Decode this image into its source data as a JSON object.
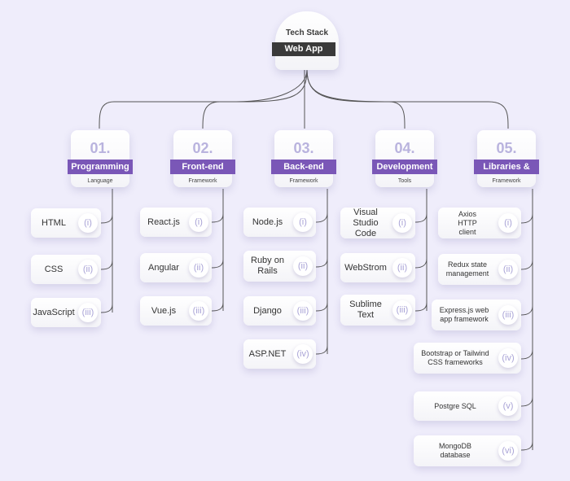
{
  "root": {
    "subtitle": "Tech Stack",
    "title": "Web App"
  },
  "categories": [
    {
      "number": "01.",
      "title": "Programming",
      "subtitle": "Language",
      "items": [
        {
          "label": "HTML",
          "roman": "(i)"
        },
        {
          "label": "CSS",
          "roman": "(ii)"
        },
        {
          "label": "JavaScript",
          "roman": "(iii)"
        }
      ]
    },
    {
      "number": "02.",
      "title": "Front-end",
      "subtitle": "Framework",
      "items": [
        {
          "label": "React.js",
          "roman": "(i)"
        },
        {
          "label": "Angular",
          "roman": "(ii)"
        },
        {
          "label": "Vue.js",
          "roman": "(iii)"
        }
      ]
    },
    {
      "number": "03.",
      "title": "Back-end",
      "subtitle": "Framework",
      "items": [
        {
          "label": "Node.js",
          "roman": "(i)"
        },
        {
          "label": "Ruby on Rails",
          "roman": "(ii)"
        },
        {
          "label": "Django",
          "roman": "(iii)"
        },
        {
          "label": "ASP.NET",
          "roman": "(iv)"
        }
      ]
    },
    {
      "number": "04.",
      "title": "Development",
      "subtitle": "Tools",
      "items": [
        {
          "label": "Visual Studio Code",
          "roman": "(i)"
        },
        {
          "label": "WebStrom",
          "roman": "(ii)"
        },
        {
          "label": "Sublime Text",
          "roman": "(iii)"
        }
      ]
    },
    {
      "number": "05.",
      "title": "Libraries &",
      "subtitle": "Framework",
      "items": [
        {
          "label": "Axios HTTP client",
          "roman": "(i)"
        },
        {
          "label": "Redux state management",
          "roman": "(ii)"
        },
        {
          "label": "Express.js web app framework",
          "roman": "(iii)"
        },
        {
          "label": "Bootstrap or Tailwind CSS frameworks",
          "roman": "(iv)"
        },
        {
          "label": "Postgre SQL",
          "roman": "(v)"
        },
        {
          "label": "MongoDB database",
          "roman": "(vi)"
        }
      ]
    }
  ]
}
